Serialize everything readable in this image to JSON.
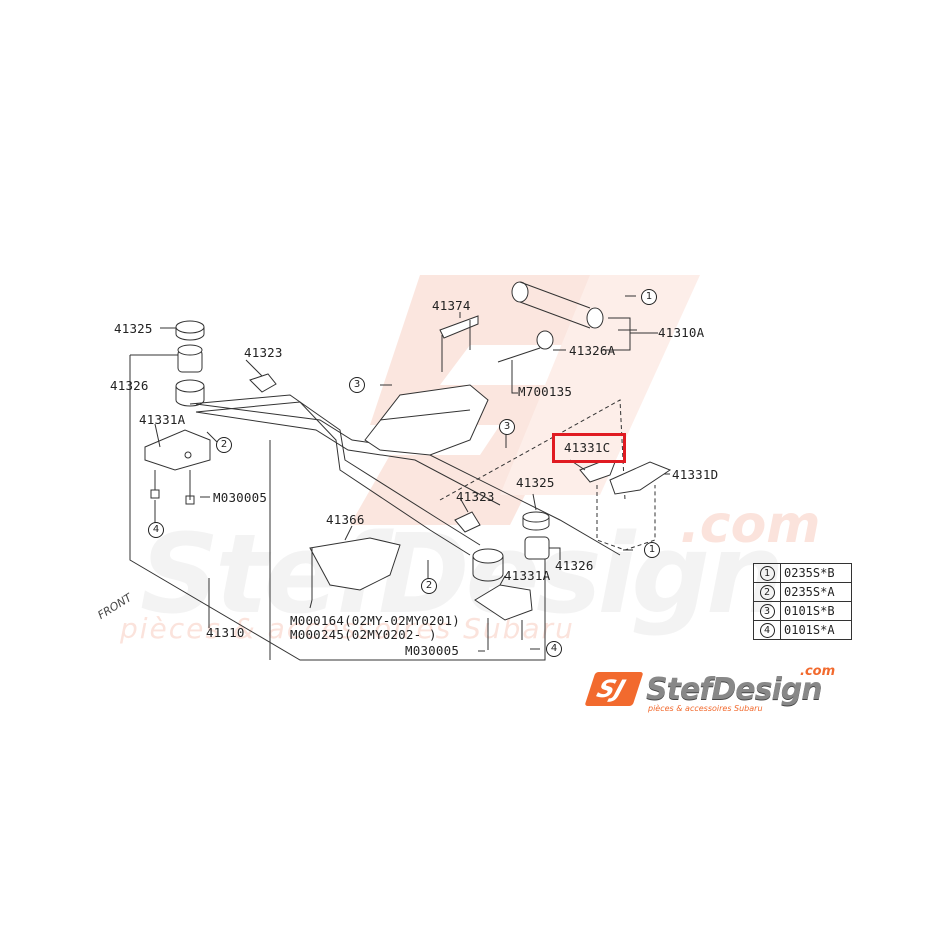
{
  "diagram": {
    "title": "Rear subframe / crossmember parts diagram",
    "highlight_color": "#e01b22",
    "highlighted_part": "41331C",
    "labels": {
      "p41325_left": "41325",
      "p41326_left": "41326",
      "p41323_top": "41323",
      "p41331A_left": "41331A",
      "p41374": "41374",
      "p41310A": "41310A",
      "p41326A": "41326A",
      "m700135": "M700135",
      "p41331C": "41331C",
      "p41331D": "41331D",
      "p41323_mid": "41323",
      "p41325_right": "41325",
      "p41326_right": "41326",
      "p41331A_right": "41331A",
      "p41366": "41366",
      "m030005_left": "M030005",
      "m030005_right": "M030005",
      "m000164": "M000164(02MY-02MY0201)",
      "m000245": "M000245(02MY0202-     )",
      "p41310": "41310",
      "front": "FRONT"
    },
    "callouts": {
      "c1a": "1",
      "c1b": "1",
      "c2a": "2",
      "c2b": "2",
      "c3a": "3",
      "c3b": "3",
      "c4a": "4",
      "c4b": "4"
    }
  },
  "legend": {
    "rows": [
      {
        "key": "1",
        "value": "0235S*B"
      },
      {
        "key": "2",
        "value": "0235S*A"
      },
      {
        "key": "3",
        "value": "0101S*B"
      },
      {
        "key": "4",
        "value": "0101S*A"
      }
    ]
  },
  "branding": {
    "logo_mark": "SJ",
    "logo_name": "StefDesign",
    "logo_dotcom": ".com",
    "logo_tagline": "pièces & accessoires Subaru",
    "brand_color": "#f26a2e",
    "watermark_name": "StefDesign",
    "watermark_dotcom": ".com",
    "watermark_tagline": "pièces & accessoires Subaru"
  }
}
